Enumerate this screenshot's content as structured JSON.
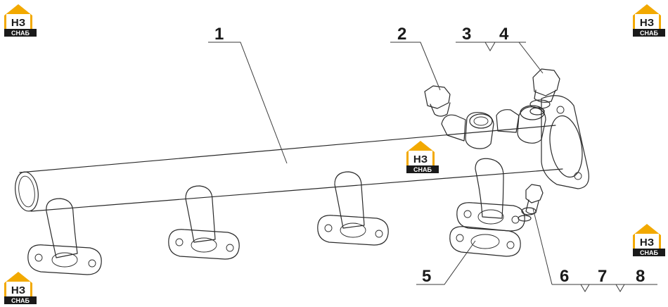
{
  "diagram": {
    "callouts": [
      {
        "id": "c1",
        "label": "1"
      },
      {
        "id": "c2",
        "label": "2"
      },
      {
        "id": "c3",
        "label": "3"
      },
      {
        "id": "c4",
        "label": "4"
      },
      {
        "id": "c5",
        "label": "5"
      },
      {
        "id": "c6",
        "label": "6"
      },
      {
        "id": "c7",
        "label": "7"
      },
      {
        "id": "c8",
        "label": "8"
      }
    ]
  },
  "watermark": {
    "top_text": "НЗ",
    "bottom_text": "СНАБ",
    "colors": {
      "house": "#f2a900",
      "bar": "#1a1a1a",
      "text_on_bar": "#ffffff",
      "text_top": "#1a1a1a"
    }
  }
}
